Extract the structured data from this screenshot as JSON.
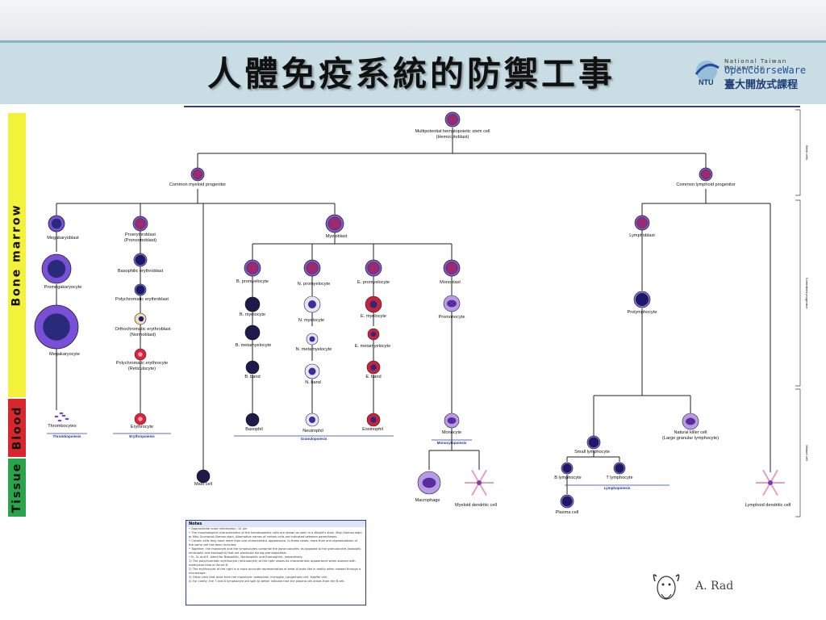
{
  "slide": {
    "title": "人體免疫系統的防禦工事",
    "author": "A. Rad",
    "logo": {
      "line1": "National Taiwan University",
      "line2": "OpenCourseWare",
      "line3": "臺大開放式課程"
    }
  },
  "stages": [
    {
      "label": "Bone marrow",
      "color": "#f2f23a"
    },
    {
      "label": "Blood",
      "color": "#d9262c"
    },
    {
      "label": "Tissue",
      "color": "#2aa44a"
    }
  ],
  "side_stages": [
    "Stem cells",
    "Committed progenitor",
    "Mature cell"
  ],
  "nodes": {
    "stem": "Multipotential hematopoietic stem cell (Hemocytoblast)",
    "cmp": "Common myeloid progenitor",
    "clp": "Common lymphoid progenitor",
    "megakaryoblast": "Megakaryoblast",
    "promegakaryocyte": "Promegakaryocyte",
    "megakaryocyte": "Megakaryocyte",
    "thrombocytes": "Thrombocytes",
    "proerythroblast": "Proerythroblast (Pronormoblast)",
    "basophilic_erythroblast": "Basophilic erythroblast",
    "polychromatic_erythroblast": "Polychromatic erythroblast",
    "orthochromatic_erythroblast": "Orthochromatic erythroblast (Normoblast)",
    "polychromatic_erythrocyte": "Polychromatic erythrocyte (Reticulocyte)",
    "erythrocyte": "Erythrocyte",
    "mast_cell": "Mast cell",
    "myeloblast": "Myeloblast",
    "b_promyelocyte": "B. promyelocyte",
    "b_myelocyte": "B. myelocyte",
    "b_metamyelocyte": "B. metamyelocyte",
    "b_band": "B. band",
    "basophil": "Basophil",
    "n_promyelocyte": "N. promyelocyte",
    "n_myelocyte": "N. myelocyte",
    "n_metamyelocyte": "N. metamyelocyte",
    "n_band": "N. band",
    "neutrophil": "Neutrophil",
    "e_promyelocyte": "E. promyelocyte",
    "e_myelocyte": "E. myelocyte",
    "e_metamyelocyte": "E. metamyelocyte",
    "e_band": "E. band",
    "eosinophil": "Eosinophil",
    "monoblast": "Monoblast",
    "promonocyte": "Promonocyte",
    "monocyte": "Monocyte",
    "macrophage": "Macrophage",
    "myeloid_dc": "Myeloid dendritic cell",
    "lymphoblast": "Lymphoblast",
    "prolymphocyte": "Prolymphocyte",
    "small_lymphocyte": "Small lymphocyte",
    "nk_cell": "Natural killer cell (Large granular lymphocyte)",
    "b_lymphocyte": "B lymphocyte",
    "t_lymphocyte": "T lymphocyte",
    "plasma_cell": "Plasma cell",
    "lymphoid_dc": "Lymphoid dendritic cell"
  },
  "groups": {
    "thrombopoiesis": "Thrombopoiesis",
    "erythropoiesis": "Erythropoiesis",
    "granulopoiesis": "Granulopoiesis",
    "monocytopoiesis": "Monocytopoiesis",
    "lymphopoiesis": "Lymphopoiesis"
  },
  "notes": {
    "heading": "Notes",
    "lines": [
      "• Approximate scale information: 10 μm",
      "• The morphological characteristics of the hematopoietic cells are shown as seen in a Wright's stain, May-Giemsa stain or May-Grunwald-Giemsa stain. Alternative names of certain cells are indicated between parentheses.",
      "• Certain cells may have more than one characteristic appearance. In these cases, more than one representation of the same cell has been included.",
      "• Together, the monocyte and the lymphocytes comprise the agranulocytes, as opposed to the granulocytes (basophil, neutrophil and eosinophil) that are produced during granulopoiesis.",
      "• B., N. and E. stand for Basophilic, Neutrophilic and Eosinophilic, respectively.",
      "1) The polychromatic erythrocyte (reticulocyte) at the right shows its characteristic appearance when stained with methylene blue or Azure B.",
      "2) The erythrocyte at the right is a more accurate representation of what it looks like in reality when viewed through a microscope.",
      "3) Other cells that arise from the monocyte: osteoclast, microglia, Langerhans cell, Kupffer cell.",
      "4) For clarity, the T and B lymphocyte are split to better indicate that the plasma cell arises from the B cell."
    ]
  },
  "colors": {
    "header_bg": "#c9dde4",
    "line": "#222222",
    "nucleus": "#1a1a66",
    "cytoplasm": "#8e5fd6"
  }
}
